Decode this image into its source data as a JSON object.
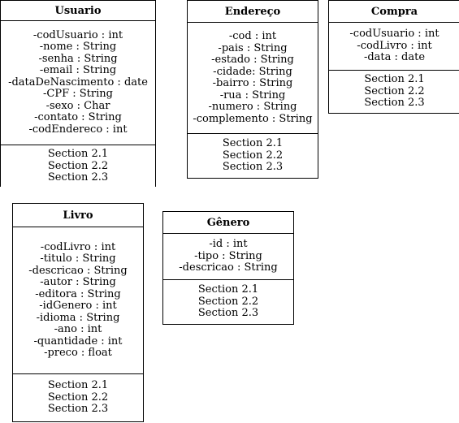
{
  "classes": {
    "usuario": {
      "name": "Usuario",
      "attributes": [
        "-codUsuario : int",
        "-nome : String",
        "-senha : String",
        "-email : String",
        "-dataDeNascimento : date",
        "-CPF : String",
        "-sexo : Char",
        "-contato : String",
        "-codEndereco : int"
      ],
      "sections": [
        "Section 2.1",
        "Section 2.2",
        "Section 2.3"
      ]
    },
    "endereco": {
      "name": "Endereço",
      "attributes": [
        "-cod : int",
        "-pais : String",
        "-estado : String",
        "-cidade: String",
        "-bairro : String",
        "-rua : String",
        "-numero : String",
        "-complemento : String"
      ],
      "sections": [
        "Section 2.1",
        "Section 2.2",
        "Section 2.3"
      ]
    },
    "compra": {
      "name": "Compra",
      "attributes": [
        "-codUsuario : int",
        "-codLivro : int",
        "-data : date"
      ],
      "sections": [
        "Section 2.1",
        "Section 2.2",
        "Section 2.3"
      ]
    },
    "livro": {
      "name": "Livro",
      "attributes": [
        "-codLivro : int",
        "-titulo : String",
        "-descricao : String",
        "-autor : String",
        "-editora : String",
        "-idGenero : int",
        "-idioma : String",
        "-ano : int",
        "-quantidade : int",
        "-preco : float"
      ],
      "sections": [
        "Section 2.1",
        "Section 2.2",
        "Section 2.3"
      ]
    },
    "genero": {
      "name": "Gênero",
      "attributes": [
        "-id : int",
        "-tipo : String",
        "-descricao : String"
      ],
      "sections": [
        "Section 2.1",
        "Section 2.2",
        "Section 2.3"
      ]
    }
  }
}
